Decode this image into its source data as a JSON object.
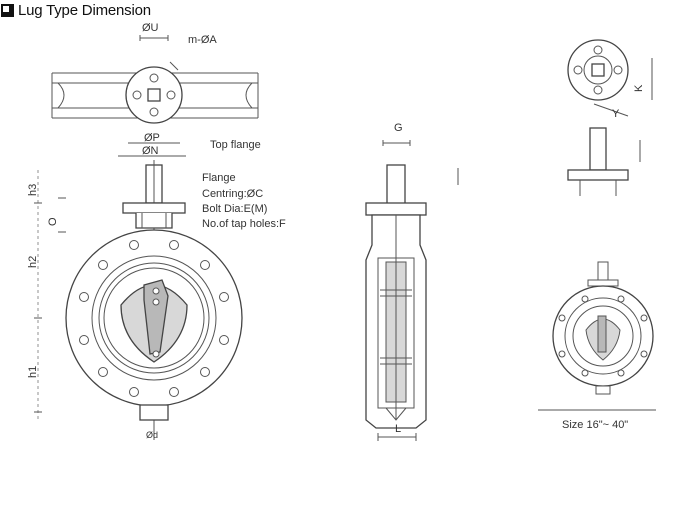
{
  "header": {
    "title": "Lug Type Dimension",
    "icon": "square-bullet-icon"
  },
  "labels": {
    "du": "ØU",
    "ma": "m-ØA",
    "dp": "ØP",
    "dn": "ØN",
    "top_flange": "Top flange",
    "flange": "Flange",
    "centring": "Centring:ØC",
    "bolt_dia": "Bolt Dia:E(M)",
    "tap_holes": "No.of tap holes:F",
    "h3": "h3",
    "o": "O",
    "h2": "h2",
    "h1": "h1",
    "od": "Ød",
    "g": "G",
    "l": "L",
    "y": "Y",
    "k": "K",
    "size": "Size  16\"~ 40\""
  },
  "colors": {
    "line": "#555555",
    "fill_light": "#d8d8d8",
    "fill_dark": "#b8b8b8"
  }
}
